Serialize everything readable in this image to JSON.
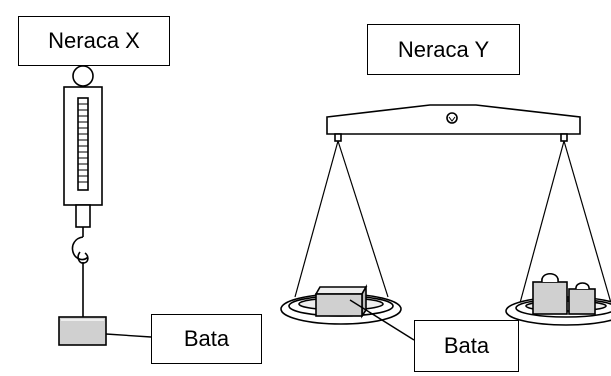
{
  "labels": {
    "scale_x": "Neraca X",
    "scale_y": "Neraca Y",
    "brick_x": "Bata",
    "brick_y": "Bata"
  },
  "colors": {
    "stroke": "#000000",
    "box_fill": "#d0d0d0",
    "light_fill": "#eeeeee"
  }
}
